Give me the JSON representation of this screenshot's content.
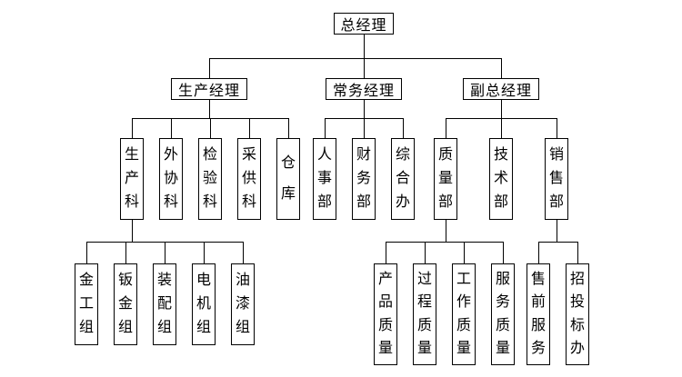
{
  "diagram_type": "organization-chart",
  "tree": {
    "label": "总经理",
    "children": [
      {
        "label": "生产经理",
        "children": [
          {
            "label": "生产科",
            "children": [
              {
                "label": "金工组"
              },
              {
                "label": "钣金组"
              },
              {
                "label": "装配组"
              },
              {
                "label": "电机组"
              },
              {
                "label": "油漆组"
              }
            ]
          },
          {
            "label": "外协科"
          },
          {
            "label": "检验科"
          },
          {
            "label": "采供科"
          },
          {
            "label": "仓库"
          }
        ]
      },
      {
        "label": "常务经理",
        "children": [
          {
            "label": "人事部"
          },
          {
            "label": "财务部"
          },
          {
            "label": "综合办"
          }
        ]
      },
      {
        "label": "副总经理",
        "children": [
          {
            "label": "质量部",
            "children": [
              {
                "label": "产品质量"
              },
              {
                "label": "过程质量"
              },
              {
                "label": "工作质量"
              },
              {
                "label": "服务质量"
              }
            ]
          },
          {
            "label": "技术部"
          },
          {
            "label": "销售部",
            "children": [
              {
                "label": "售前服务"
              },
              {
                "label": "招投标办"
              }
            ]
          }
        ]
      }
    ]
  },
  "line_color": "#000000",
  "background_color": "#ffffff"
}
